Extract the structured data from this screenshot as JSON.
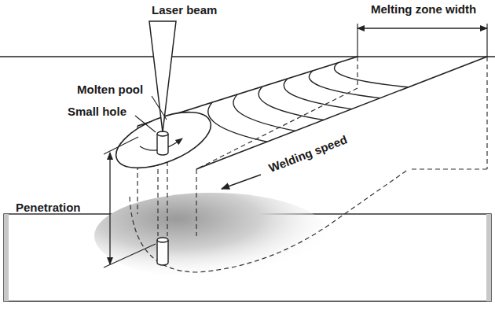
{
  "diagram": {
    "labels": [
      "Laser beam",
      "Melting zone width",
      "Molten pool",
      "Small hole",
      "Welding speed",
      "Penetration"
    ]
  }
}
